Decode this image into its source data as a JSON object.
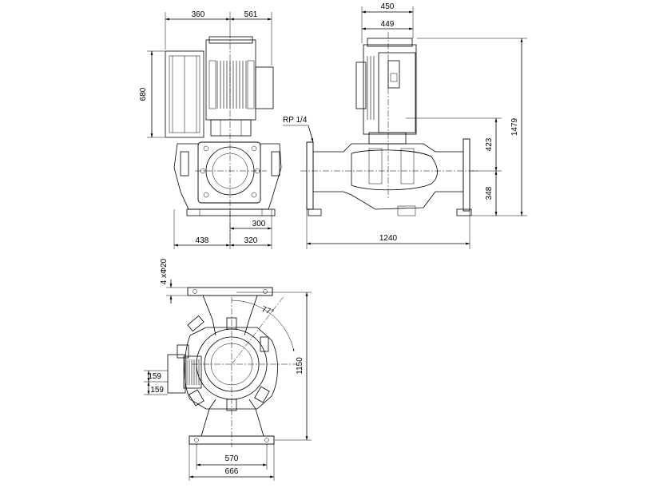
{
  "front_view": {
    "dims": {
      "motor_left": "360",
      "motor_right": "561",
      "motor_height": "680",
      "foot_left": "438",
      "foot_right": "320",
      "foot_half": "300"
    }
  },
  "side_view": {
    "dims": {
      "top_width": "450",
      "box_width": "449",
      "port_label": "RP 1/4",
      "upper_height": "423",
      "total_height": "1479",
      "lower_height": "348",
      "length": "1240"
    }
  },
  "top_view": {
    "dims": {
      "holes": "4 xΦ20",
      "angle": "77°",
      "depth": "1150",
      "offset_a": "159",
      "offset_b": "159",
      "base_inner": "570",
      "base_outer": "666"
    }
  }
}
